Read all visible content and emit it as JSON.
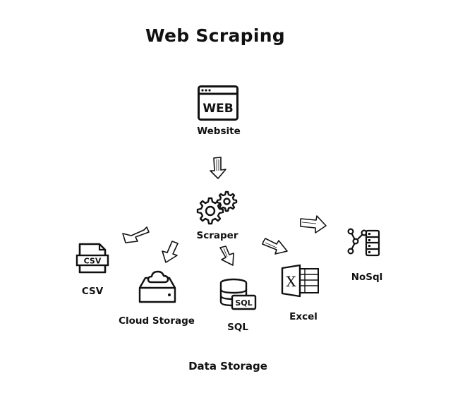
{
  "title": "Web Scraping",
  "nodes": {
    "website": {
      "label": "Website",
      "icon_text": "WEB",
      "icon": "browser-window-icon"
    },
    "scraper": {
      "label": "Scraper",
      "icon": "gears-icon"
    },
    "csv": {
      "label": "CSV",
      "icon_text": "CSV",
      "icon": "csv-file-icon"
    },
    "cloud_storage": {
      "label": "Cloud Storage",
      "icon": "cloud-storage-icon"
    },
    "sql": {
      "label": "SQL",
      "icon_text": "SQL",
      "icon": "database-icon"
    },
    "excel": {
      "label": "Excel",
      "icon_text": "X",
      "icon": "excel-icon"
    },
    "nosql": {
      "label": "NoSql",
      "icon": "nosql-icon"
    }
  },
  "footer": "Data Storage",
  "colors": {
    "background": "#ffffff",
    "ink": "#111111"
  }
}
